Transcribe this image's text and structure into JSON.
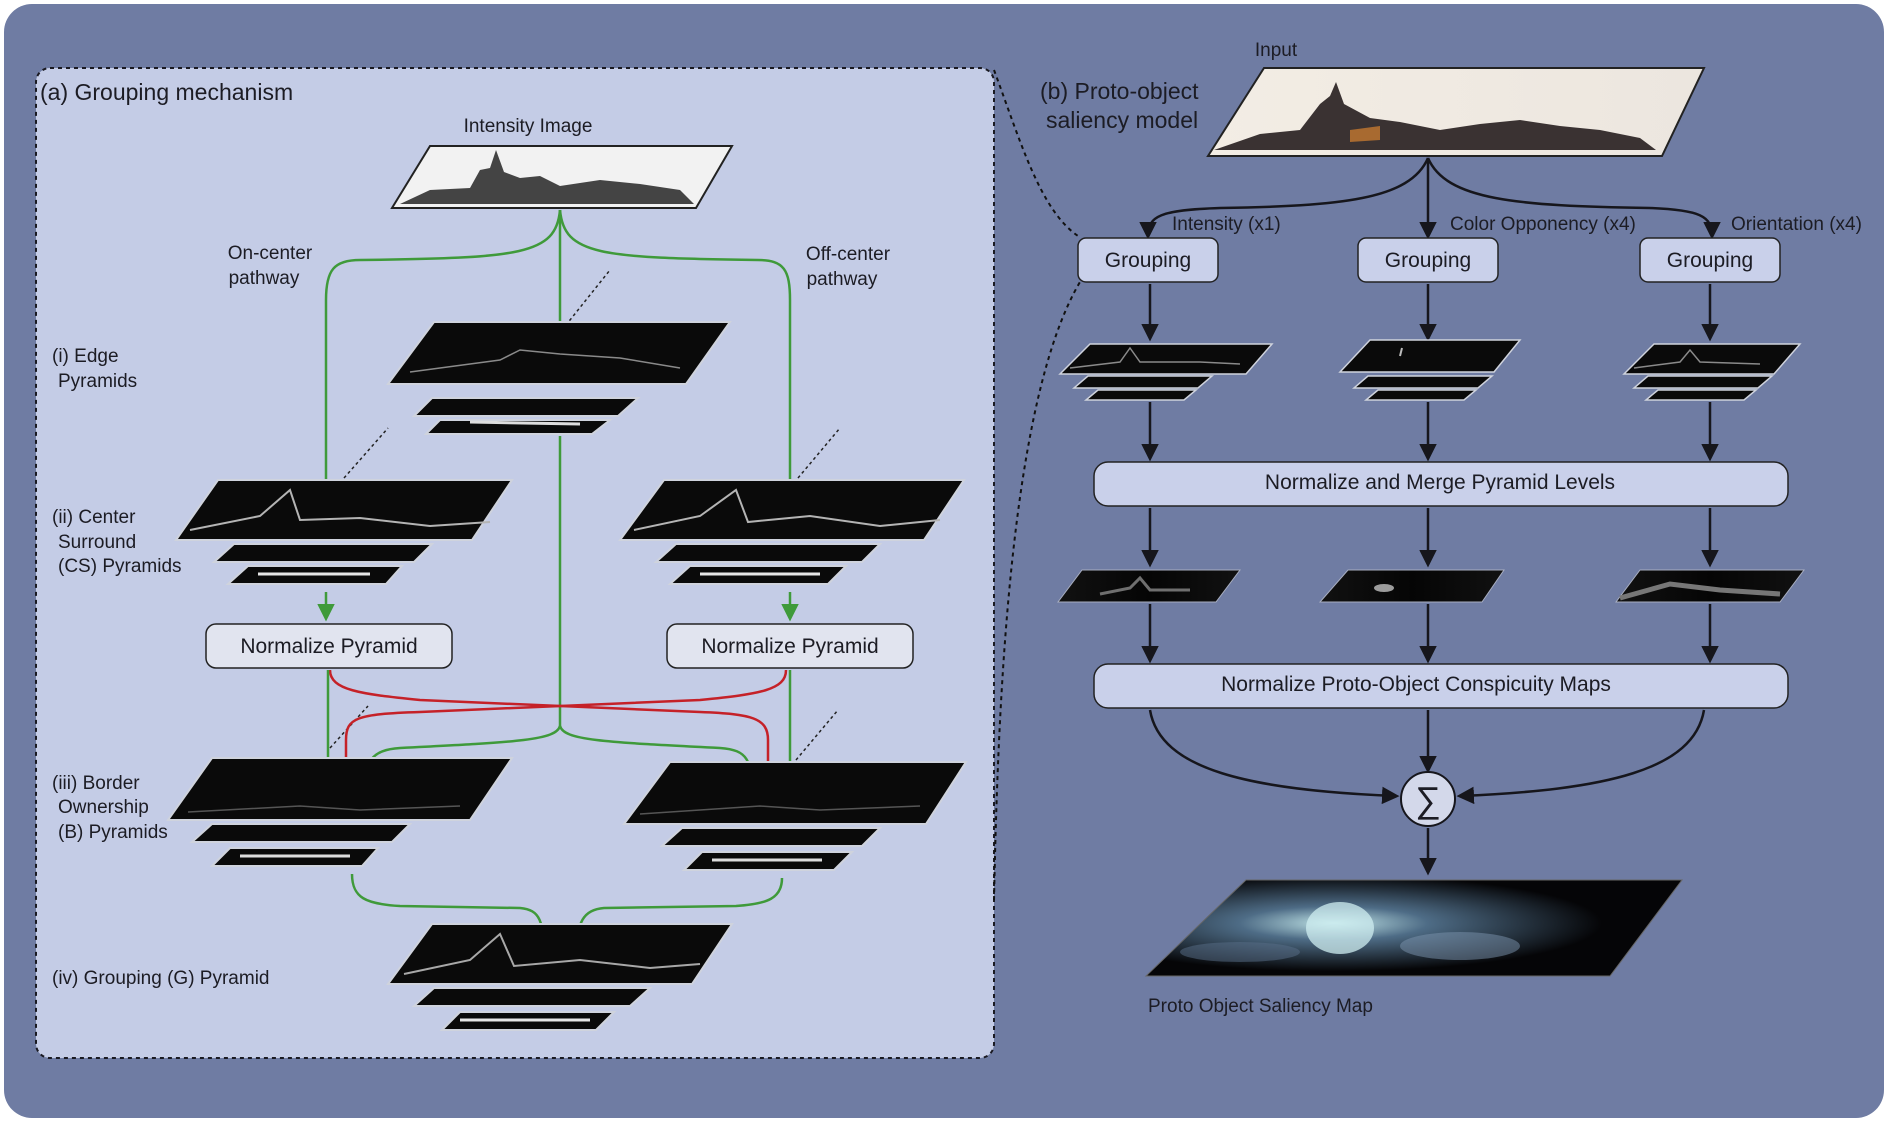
{
  "colors": {
    "outer_bg": "#6f7ca3",
    "panel_a_bg": "#c4cce6",
    "box_fill": "#c9d0ea",
    "green": "#3f9a3a",
    "red": "#c52128",
    "dark": "#16161c"
  },
  "panel_a": {
    "title": "(a) Grouping mechanism",
    "intensity_image": "Intensity Image",
    "on_center": [
      "On-center",
      "pathway"
    ],
    "off_center": [
      "Off-center",
      "pathway"
    ],
    "edge": [
      "(i) Edge",
      "Pyramids"
    ],
    "cs": [
      "(ii) Center",
      "Surround",
      "(CS) Pyramids"
    ],
    "bo": [
      "(iii) Border",
      "Ownership",
      "(B) Pyramids"
    ],
    "grouping": "(iv) Grouping (G) Pyramid",
    "normalize_left": "Normalize Pyramid",
    "normalize_right": "Normalize Pyramid"
  },
  "panel_b": {
    "title": [
      "(b) Proto-object",
      "saliency model"
    ],
    "input": "Input",
    "channels": [
      "Intensity (x1)",
      "Color Opponency (x4)",
      "Orientation (x4)"
    ],
    "grouping_boxes": [
      "Grouping",
      "Grouping",
      "Grouping"
    ],
    "merge": "Normalize  and Merge Pyramid Levels",
    "conspicuity": "Normalize  Proto-Object Conspicuity Maps",
    "sum_symbol": "∑",
    "output": "Proto  Object Saliency Map"
  }
}
